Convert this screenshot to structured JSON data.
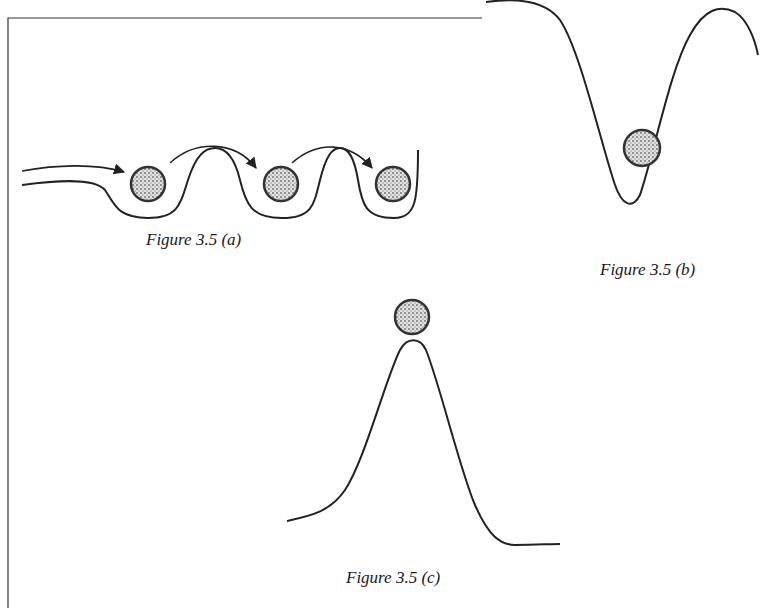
{
  "diagram": {
    "labels": [
      "Figure 3.5 (a)",
      "Figure 3.5 (b)",
      "Figure 3.5 (c)"
    ]
  }
}
